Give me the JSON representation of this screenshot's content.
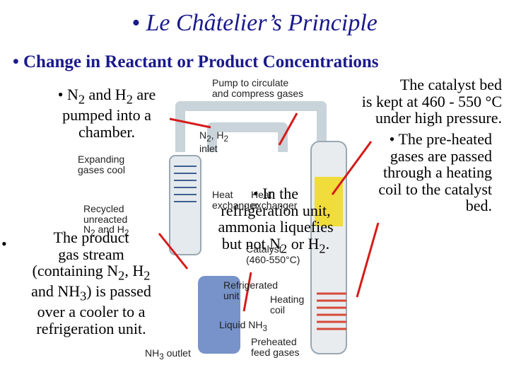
{
  "title": "• Le Châtelier’s Principle",
  "subtitle": "• Change in Reactant or Product Concentrations",
  "points": {
    "n2_prefix": "• N",
    "n2_sub": "2",
    "n2_mid": " and H",
    "h2_sub": "2",
    "n2_suffix": " are",
    "line2": "pumped into a",
    "line3": "chamber.",
    "catalyst_line1": "The catalyst bed",
    "catalyst_line2": "is kept at 460 - 550 °C",
    "catalyst_line3": "under high pressure.",
    "preheated_line1": "• The pre-heated",
    "preheated_line2": "gases are passed",
    "preheated_line3": "through a heating",
    "preheated_line4": "coil to the catalyst",
    "preheated_line5": "bed.",
    "fridge_line1": "• In the",
    "fridge_line2": "refrigeration unit,",
    "fridge_line3": "ammonia liquefies",
    "fridge_line4_pre": "but not N",
    "fridge_n2_sub": "2",
    "fridge_line4_mid": " or H",
    "fridge_h2_sub": "2",
    "fridge_line4_end": ".",
    "product_bullet": "•",
    "product_line1": "The product",
    "product_line2": "gas stream",
    "product_line3_pre": "(containing N",
    "product_n2_sub": "2",
    "product_line3_mid": ", H",
    "product_h2_sub": "2",
    "product_line4_pre": "and NH",
    "product_nh3_sub": "3",
    "product_line4_end": ") is passed",
    "product_line5": "over a cooler to a",
    "product_line6": "refrigeration unit."
  },
  "labels": {
    "pump": "Pump to circulate",
    "pump2": "and compress gases",
    "inlet1": "N",
    "inlet_sub1": "2",
    "inlet_mid": ", H",
    "inlet_sub2": "2",
    "inlet2": "inlet",
    "expanding1": "Expanding",
    "expanding2": "gases cool",
    "recycled1": "Recycled",
    "recycled2": "unreacted",
    "recycled3_pre": "N",
    "recycled3_sub": "2",
    "recycled3_mid": " and H",
    "recycled3_sub2": "2",
    "heat1": "Heat",
    "heat2": "exchanger",
    "heat3": "Heat",
    "heat4": "exchanger",
    "catalyst1": "Catalyst",
    "catalyst2": "(460-550°C)",
    "refrig1": "Refrigerated",
    "refrig2": "unit",
    "heating1": "Heating",
    "heating2": "coil",
    "liquid_pre": "Liquid NH",
    "liquid_sub": "3",
    "preheated1": "Preheated",
    "preheated2": "feed gases",
    "outlet_pre": "NH",
    "outlet_sub": "3",
    "outlet_end": " outlet"
  },
  "colors": {
    "title": "#1a1a8c",
    "arrow": "#d61a1a",
    "pipe": "#c9d3da",
    "catalyst": "#f0dc3a",
    "cooler": "#4a6fb8",
    "coil": "#d64a3a"
  }
}
